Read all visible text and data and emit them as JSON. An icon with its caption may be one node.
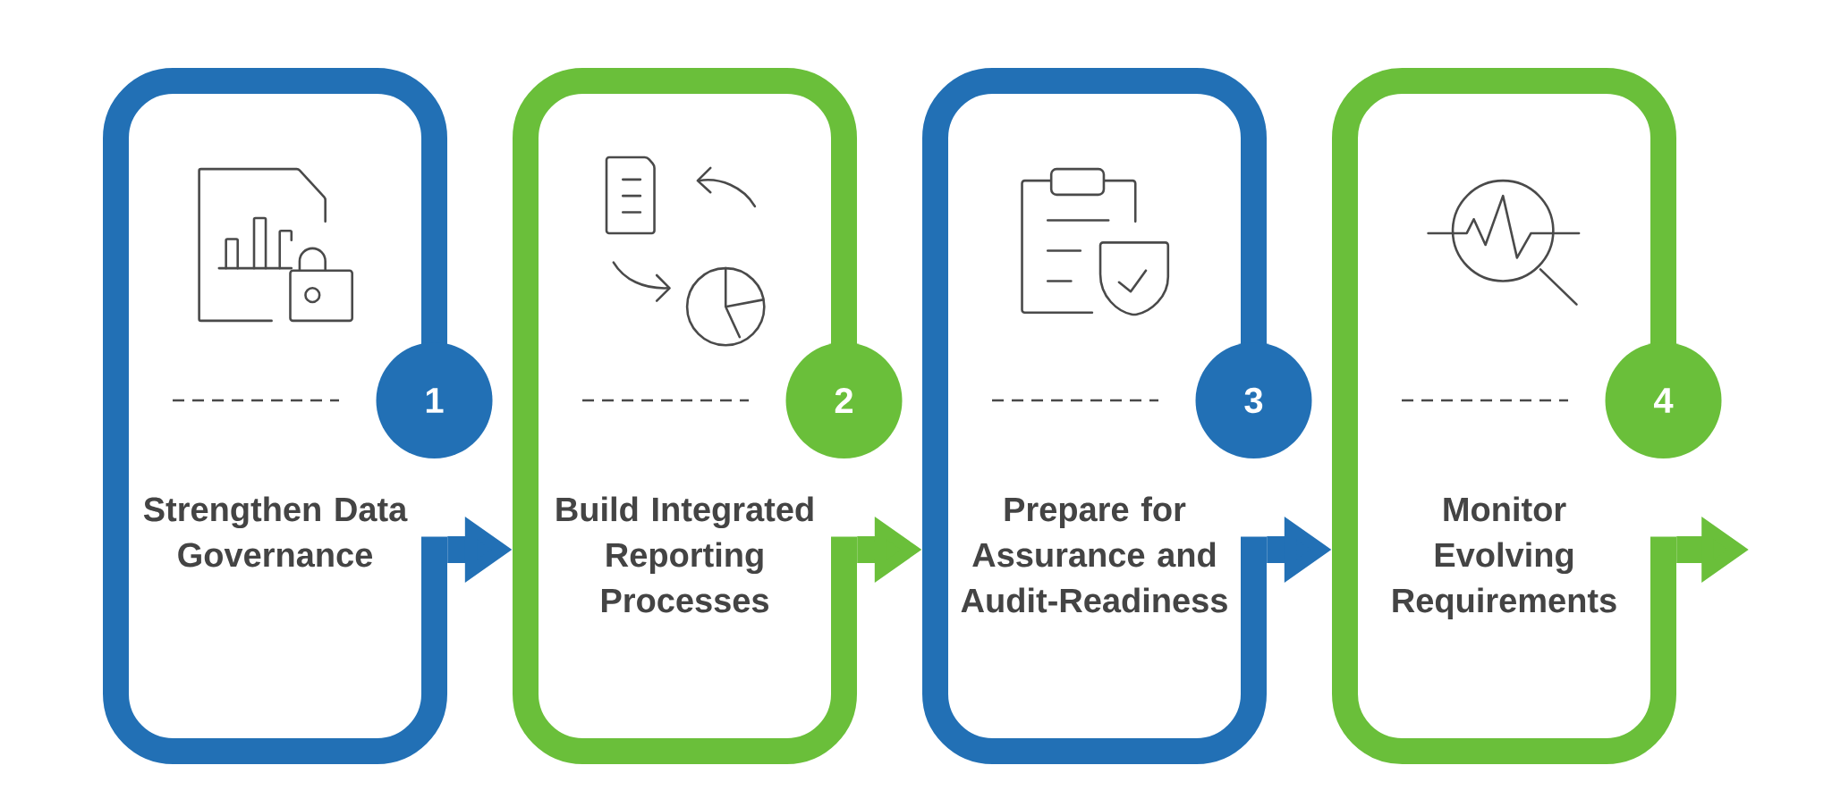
{
  "diagram": {
    "nodes": [
      {
        "text": [
          "Strengthen Data Governance"
        ]
      },
      {
        "text": [
          "1"
        ]
      },
      {
        "text": [
          "Build Integrated Reporting Processes"
        ]
      },
      {
        "text": [
          "2"
        ]
      },
      {
        "text": [
          "Prepare for Assurance and Audit-Readiness"
        ]
      },
      {
        "text": [
          "3"
        ]
      },
      {
        "text": [
          "Monitor Evolving Requirements"
        ]
      },
      {
        "text": [
          "4"
        ]
      }
    ],
    "edges": [
      {
        "from": 0,
        "to": 2,
        "arrow": "to",
        "color": "#2270b5"
      },
      {
        "from": 2,
        "to": 4,
        "arrow": "to",
        "color": "#6abf3a"
      },
      {
        "from": 4,
        "to": 6,
        "arrow": "to",
        "color": "#2270b5"
      },
      {
        "from": 6,
        "to": null,
        "arrow": "to",
        "color": "#6abf3a"
      }
    ]
  }
}
